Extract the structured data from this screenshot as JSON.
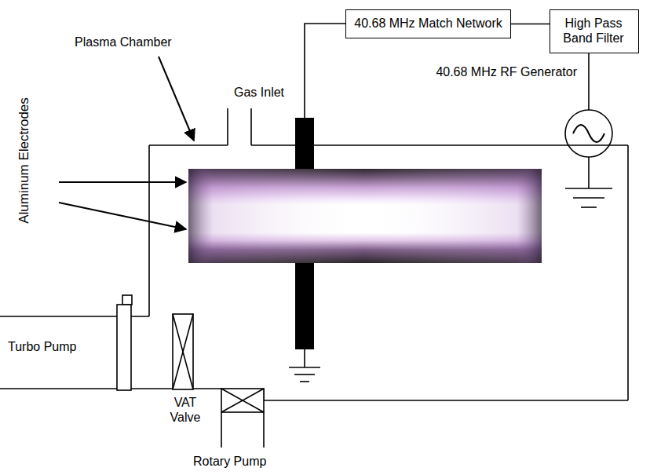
{
  "diagram": {
    "nodes": [
      {
        "text": [
          "40.68 MHz Match Network"
        ]
      },
      {
        "text": [
          "High Pass Band Filter"
        ]
      }
    ],
    "edges": [
      {
        "from": 0,
        "to": 1,
        "arrow": "none"
      }
    ],
    "labels": [
      "Plasma Chamber",
      "Gas Inlet",
      "Aluminum Electrodes",
      "40.68 MHz RF Generator",
      "Turbo Pump",
      "VAT Valve",
      "Rotary Pump"
    ]
  }
}
